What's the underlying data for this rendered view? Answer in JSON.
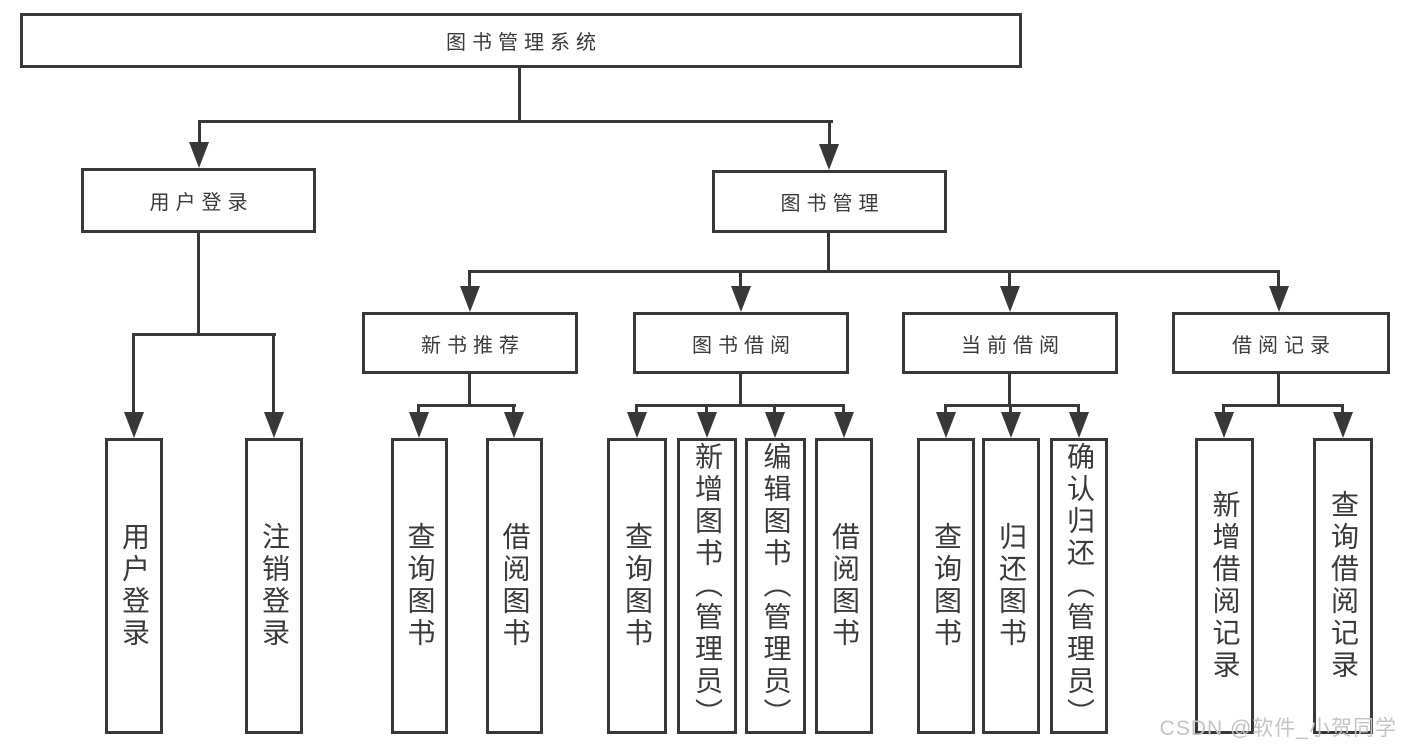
{
  "tree": {
    "label": "图书管理系统",
    "children": [
      {
        "label": "用户登录",
        "children": [
          {
            "label": "用户登录"
          },
          {
            "label": "注销登录"
          }
        ]
      },
      {
        "label": "图书管理",
        "children": [
          {
            "label": "新书推荐",
            "children": [
              {
                "label": "查询图书"
              },
              {
                "label": "借阅图书"
              }
            ]
          },
          {
            "label": "图书借阅",
            "children": [
              {
                "label": "查询图书"
              },
              {
                "label": "新增图书（管理员）"
              },
              {
                "label": "编辑图书（管理员）"
              },
              {
                "label": "借阅图书"
              }
            ]
          },
          {
            "label": "当前借阅",
            "children": [
              {
                "label": "查询图书"
              },
              {
                "label": "归还图书"
              },
              {
                "label": "确认归还（管理员）"
              }
            ]
          },
          {
            "label": "借阅记录",
            "children": [
              {
                "label": "新增借阅记录"
              },
              {
                "label": "查询借阅记录"
              }
            ]
          }
        ]
      }
    ]
  },
  "watermark": {
    "text": "CSDN @软件_小贺同学"
  },
  "colors": {
    "line": "#383838",
    "text": "#3a3a3a",
    "watermark": "#c4c4c4",
    "background": "#ffffff"
  }
}
